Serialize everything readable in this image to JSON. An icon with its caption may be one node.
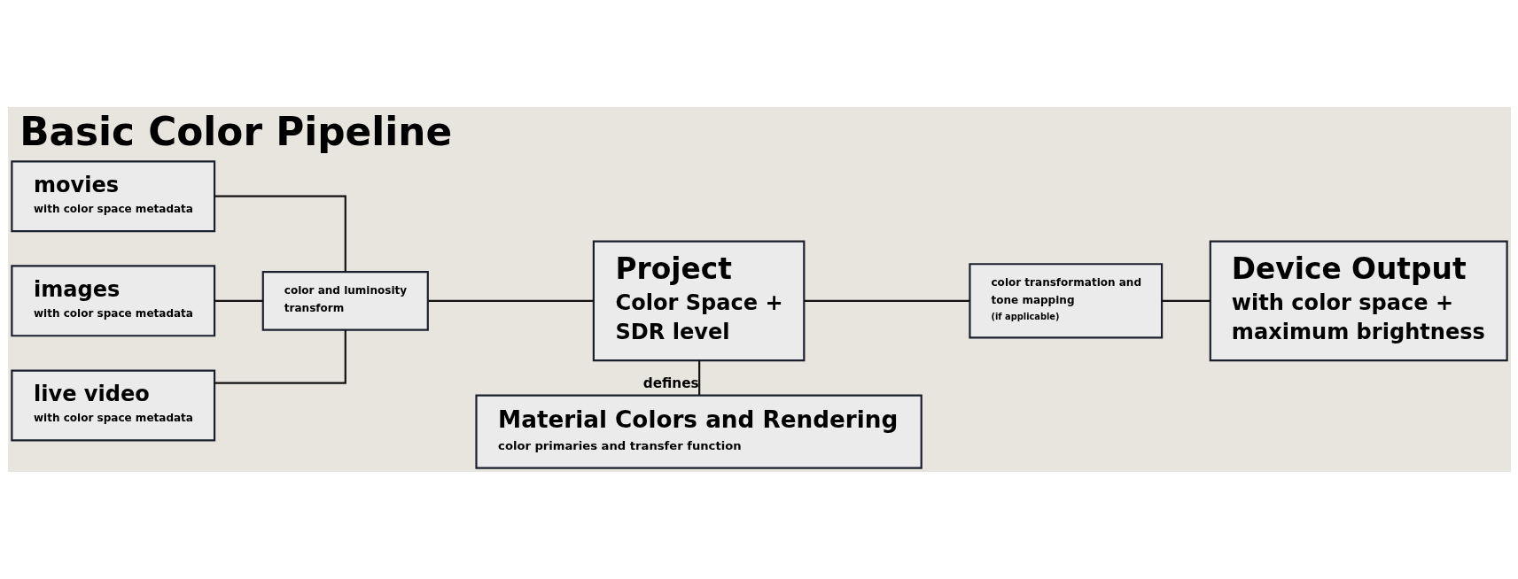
{
  "diagram": {
    "title": "Basic Color Pipeline",
    "nodes": [
      {
        "text": [
          "movies",
          "with color space metadata"
        ]
      },
      {
        "text": [
          "images",
          "with color space metadata"
        ]
      },
      {
        "text": [
          "live video",
          "with color space metadata"
        ]
      },
      {
        "text": [
          "color and luminosity transform"
        ]
      },
      {
        "text": [
          "Project",
          "Color Space + SDR level"
        ]
      },
      {
        "text": [
          "color transformation and  tone mapping",
          "(if applicable)"
        ]
      },
      {
        "text": [
          "Device Output",
          "with color space + maximum brightness"
        ]
      },
      {
        "text": [
          "Material Colors and Rendering",
          "color primaries and transfer function"
        ]
      }
    ],
    "edges": [
      {
        "from": 0,
        "to": 3,
        "arrow": "none"
      },
      {
        "from": 1,
        "to": 3,
        "arrow": "none"
      },
      {
        "from": 2,
        "to": 3,
        "arrow": "none"
      },
      {
        "from": 3,
        "to": 4,
        "arrow": "none"
      },
      {
        "from": 4,
        "to": 5,
        "arrow": "none"
      },
      {
        "from": 5,
        "to": 6,
        "arrow": "none"
      },
      {
        "from": 4,
        "to": 7,
        "arrow": "none",
        "label": "defines"
      }
    ]
  }
}
